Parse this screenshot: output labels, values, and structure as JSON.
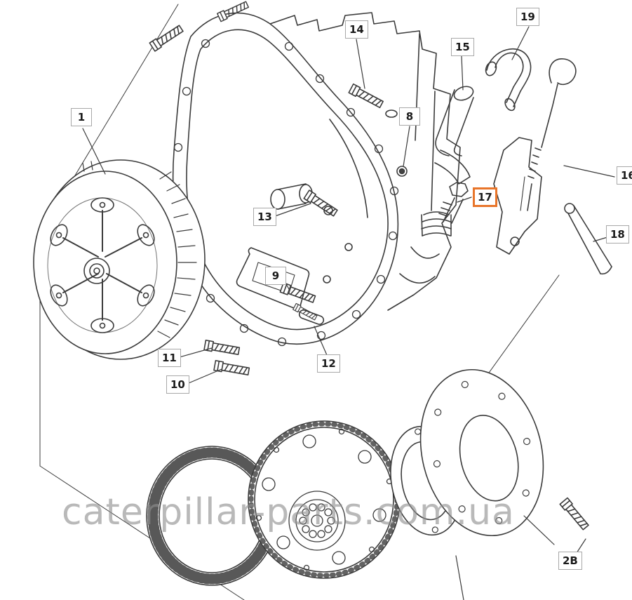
{
  "diagram_title": "transmission-parts-exploded-view",
  "colors": {
    "line": "#3b3b3b",
    "label_border": "#a8a8a8",
    "highlight": "#e8752a",
    "watermark": "#8f8f8f"
  },
  "watermark": "caterpillar-parts.com.ua",
  "labels": [
    {
      "id": "1",
      "text": "1",
      "highlighted": false
    },
    {
      "id": "14",
      "text": "14",
      "highlighted": false
    },
    {
      "id": "15",
      "text": "15",
      "highlighted": false
    },
    {
      "id": "19",
      "text": "19",
      "highlighted": false
    },
    {
      "id": "8",
      "text": "8",
      "highlighted": false
    },
    {
      "id": "16",
      "text": "16",
      "highlighted": false
    },
    {
      "id": "13",
      "text": "13",
      "highlighted": false
    },
    {
      "id": "17",
      "text": "17",
      "highlighted": true
    },
    {
      "id": "18",
      "text": "18",
      "highlighted": false
    },
    {
      "id": "9",
      "text": "9",
      "highlighted": false
    },
    {
      "id": "11",
      "text": "11",
      "highlighted": false
    },
    {
      "id": "10",
      "text": "10",
      "highlighted": false
    },
    {
      "id": "12",
      "text": "12",
      "highlighted": false
    },
    {
      "id": "2B",
      "text": "2B",
      "highlighted": false
    }
  ],
  "parts": [
    {
      "callout": "1",
      "name": "torque-converter"
    },
    {
      "callout": "14",
      "name": "bolt"
    },
    {
      "callout": "15",
      "name": "filler-tube"
    },
    {
      "callout": "19",
      "name": "hose"
    },
    {
      "callout": "8",
      "name": "plug"
    },
    {
      "callout": "16",
      "name": "dipstick"
    },
    {
      "callout": "13",
      "name": "bolt"
    },
    {
      "callout": "17",
      "name": "connector-fitting"
    },
    {
      "callout": "18",
      "name": "rod"
    },
    {
      "callout": "9",
      "name": "bolt"
    },
    {
      "callout": "11",
      "name": "bolt"
    },
    {
      "callout": "10",
      "name": "bolt"
    },
    {
      "callout": "12",
      "name": "bolt"
    },
    {
      "callout": "2B",
      "name": "bolt"
    }
  ]
}
